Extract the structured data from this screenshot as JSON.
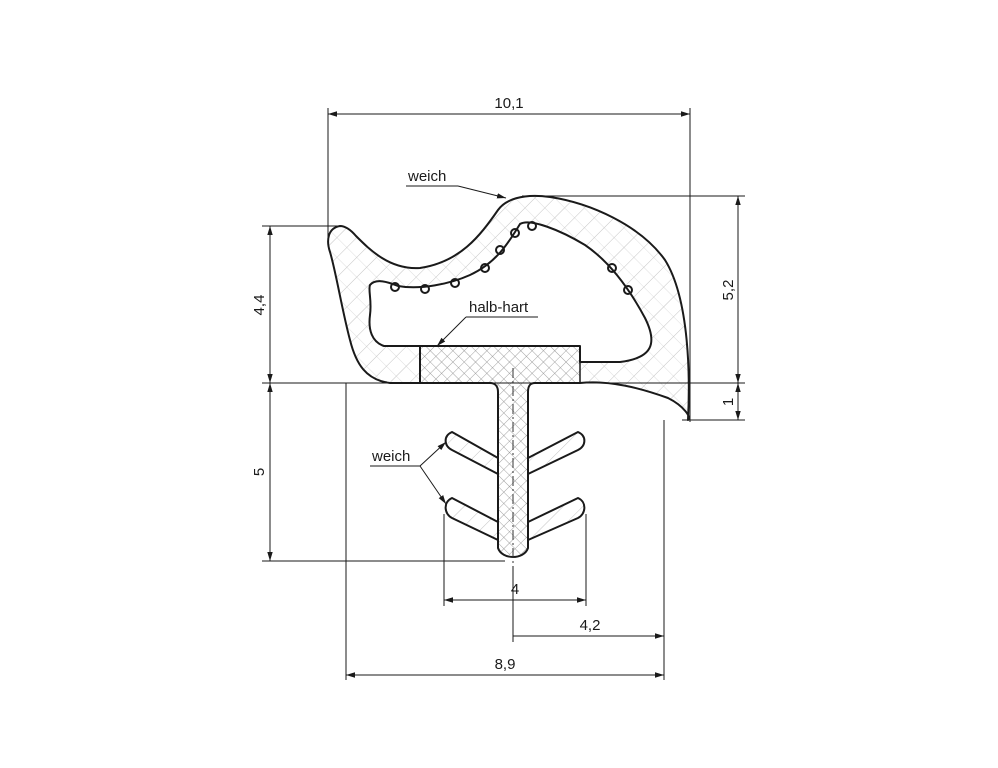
{
  "dimensions": {
    "overall_width": "10,1",
    "top_height": "4,4",
    "right_height": "5,2",
    "right_offset": "1",
    "stem_height": "5",
    "fin_width": "4",
    "half_width": "4,2",
    "bottom_width": "8,9"
  },
  "labels": {
    "top_material": "weich",
    "core_material": "halb-hart",
    "fin_material": "weich"
  }
}
